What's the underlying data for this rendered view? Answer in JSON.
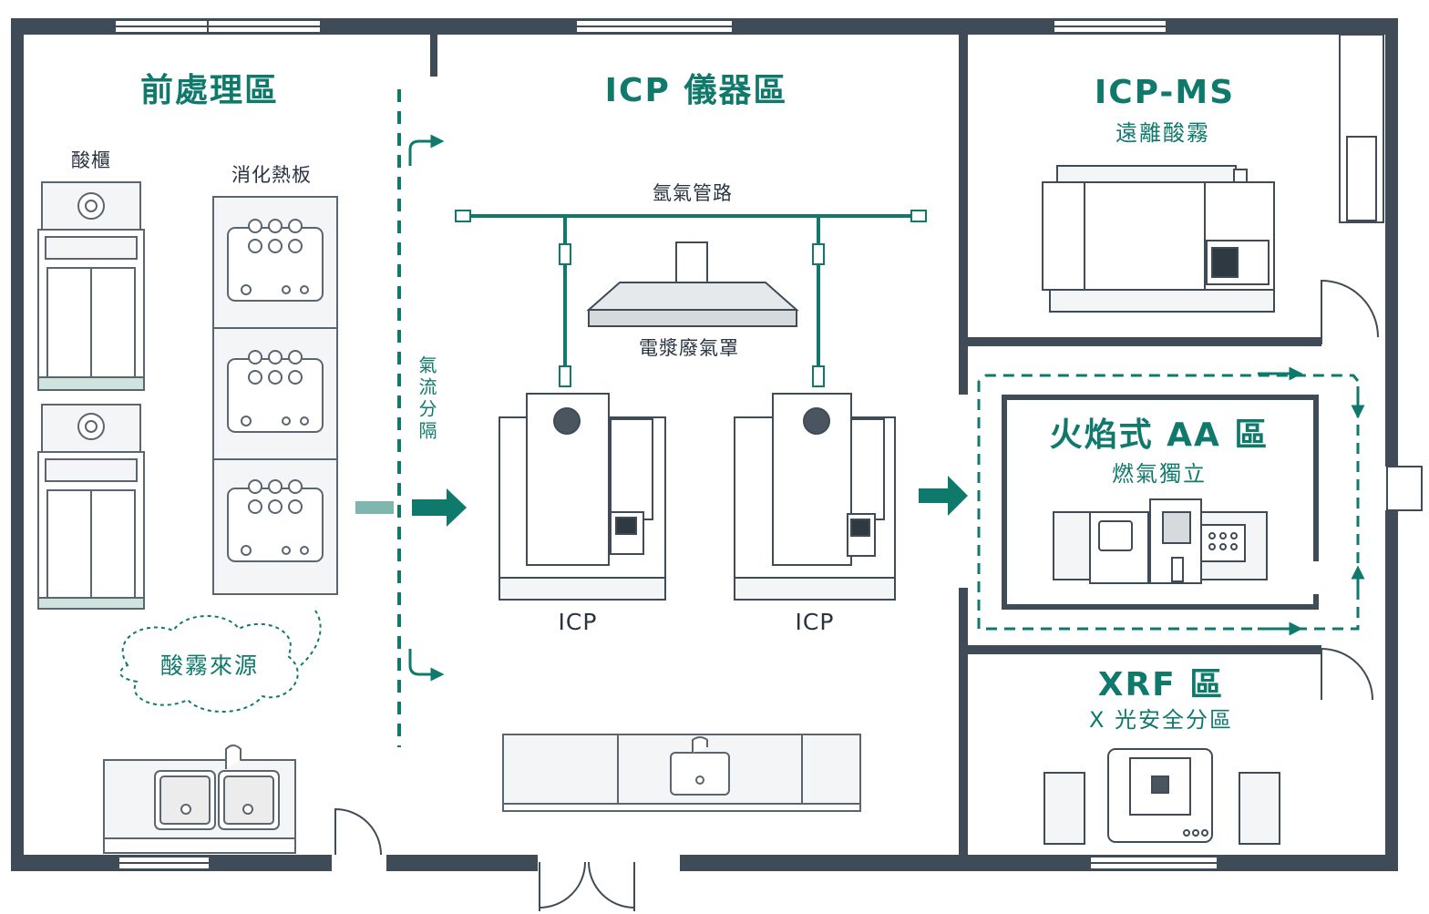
{
  "colors": {
    "wall": "#3f4b57",
    "accent": "#0f7a6c",
    "line": "#5a6570",
    "fill_light": "#f3f5f6"
  },
  "zones": {
    "pretreatment": {
      "title": "前處理區",
      "acid_cabinet_label": "酸櫃",
      "hotplate_label": "消化熱板",
      "acid_mist_source": "酸霧來源"
    },
    "airflow_partition": {
      "label": "氣流分隔"
    },
    "icp": {
      "title": "ICP 儀器區",
      "argon_pipe_label": "氬氣管路",
      "exhaust_hood_label": "電漿廢氣罩",
      "instrument_1_label": "ICP",
      "instrument_2_label": "ICP"
    },
    "icpms": {
      "title": "ICP-MS",
      "subtitle": "遠離酸霧"
    },
    "flame_aa": {
      "title": "火焰式 AA 區",
      "subtitle": "燃氣獨立"
    },
    "xrf": {
      "title": "XRF 區",
      "subtitle": "X 光安全分區"
    }
  },
  "icons": [
    "fan-icon",
    "hotplate-icon",
    "sink-icon",
    "door-swing-icon",
    "flow-arrow-icon",
    "cloud-icon"
  ]
}
